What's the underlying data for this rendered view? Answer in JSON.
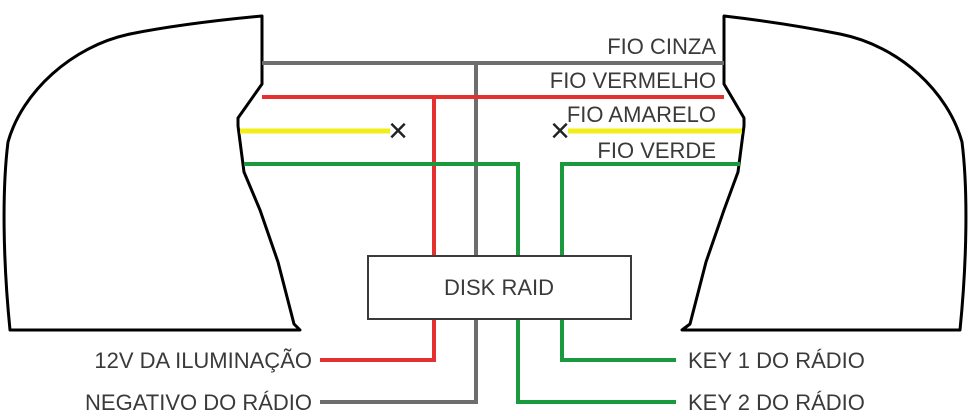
{
  "labels": {
    "fio_cinza": "FIO CINZA",
    "fio_vermelho": "FIO VERMELHO",
    "fio_amarelo": "FIO AMARELO",
    "fio_verde": "FIO VERDE",
    "disk_raid": "DISK RAID",
    "iluminacao_12v": "12V DA ILUMINAÇÃO",
    "negativo_radio": "NEGATIVO DO RÁDIO",
    "key1_radio": "KEY 1 DO RÁDIO",
    "key2_radio": "KEY 2 DO RÁDIO"
  },
  "colors": {
    "gray": "#6d6d6d",
    "red": "#e53030",
    "yellow": "#f2ee1a",
    "green": "#1a9a3c",
    "outline": "#000000",
    "text": "#3a3a3a"
  },
  "cut_marks": {
    "left_yellow_cut": "×",
    "right_yellow_cut": "×"
  }
}
